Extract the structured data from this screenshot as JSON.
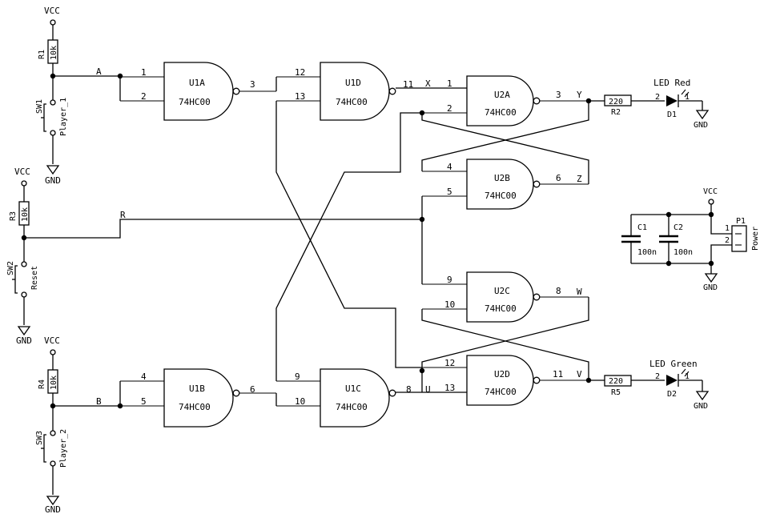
{
  "power": {
    "vcc": "VCC",
    "gnd": "GND"
  },
  "nets": {
    "a": "A",
    "b": "B",
    "r": "R",
    "x": "X",
    "y": "Y",
    "z": "Z",
    "u": "U",
    "v": "V",
    "w": "W"
  },
  "gates": [
    {
      "ref": "U1A",
      "value": "74HC00",
      "in1": "1",
      "in2": "2",
      "out": "3"
    },
    {
      "ref": "U1D",
      "value": "74HC00",
      "in1": "12",
      "in2": "13",
      "out": "11"
    },
    {
      "ref": "U2A",
      "value": "74HC00",
      "in1": "1",
      "in2": "2",
      "out": "3"
    },
    {
      "ref": "U2B",
      "value": "74HC00",
      "in1": "4",
      "in2": "5",
      "out": "6"
    },
    {
      "ref": "U2C",
      "value": "74HC00",
      "in1": "9",
      "in2": "10",
      "out": "8"
    },
    {
      "ref": "U2D",
      "value": "74HC00",
      "in1": "12",
      "in2": "13",
      "out": "11"
    },
    {
      "ref": "U1B",
      "value": "74HC00",
      "in1": "4",
      "in2": "5",
      "out": "6"
    },
    {
      "ref": "U1C",
      "value": "74HC00",
      "in1": "9",
      "in2": "10",
      "out": "8"
    }
  ],
  "resistors": [
    {
      "ref": "R1",
      "value": "10k"
    },
    {
      "ref": "R3",
      "value": "10k"
    },
    {
      "ref": "R4",
      "value": "10k"
    },
    {
      "ref": "R2",
      "value": "220"
    },
    {
      "ref": "R5",
      "value": "220"
    }
  ],
  "switches": [
    {
      "ref": "SW1",
      "value": "Player_1"
    },
    {
      "ref": "SW2",
      "value": "Reset"
    },
    {
      "ref": "SW3",
      "value": "Player_2"
    }
  ],
  "leds": [
    {
      "ref": "D1",
      "value": "LED Red",
      "pin_a": "2",
      "pin_k": "1"
    },
    {
      "ref": "D2",
      "value": "LED Green",
      "pin_a": "2",
      "pin_k": "1"
    }
  ],
  "capacitors": [
    {
      "ref": "C1",
      "value": "100n"
    },
    {
      "ref": "C2",
      "value": "100n"
    }
  ],
  "connector": {
    "ref": "P1",
    "value": "Power",
    "pin1": "1",
    "pin2": "2"
  }
}
